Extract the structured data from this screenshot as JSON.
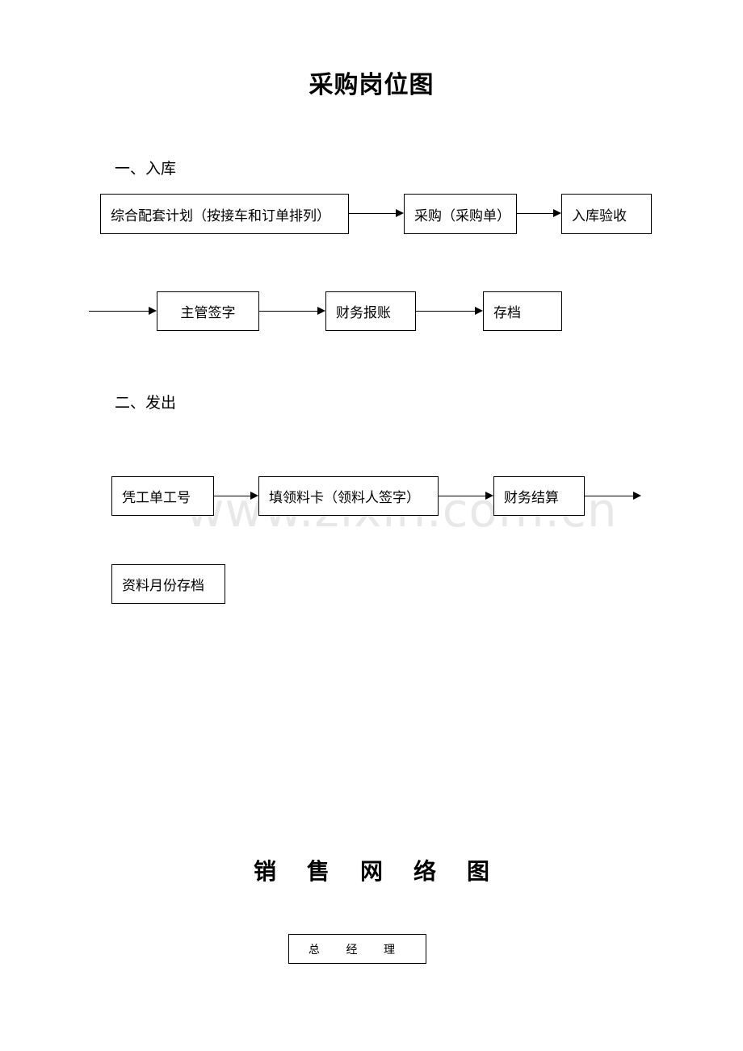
{
  "title": "采购岗位图",
  "section1": {
    "heading": "一、入库",
    "steps": [
      "综合配套计划（按接车和订单排列）",
      "采购（采购单）",
      "入库验收",
      "主管签字",
      "财务报账",
      "存档"
    ]
  },
  "section2": {
    "heading": "二、发出",
    "steps": [
      "凭工单工号",
      "填领料卡（领料人签字）",
      "财务结算",
      "资料月份存档"
    ]
  },
  "watermark": "www.zixin.com.cn",
  "title2": [
    "销",
    "售",
    "网",
    "络",
    "图"
  ],
  "top_box": "总 经 理"
}
